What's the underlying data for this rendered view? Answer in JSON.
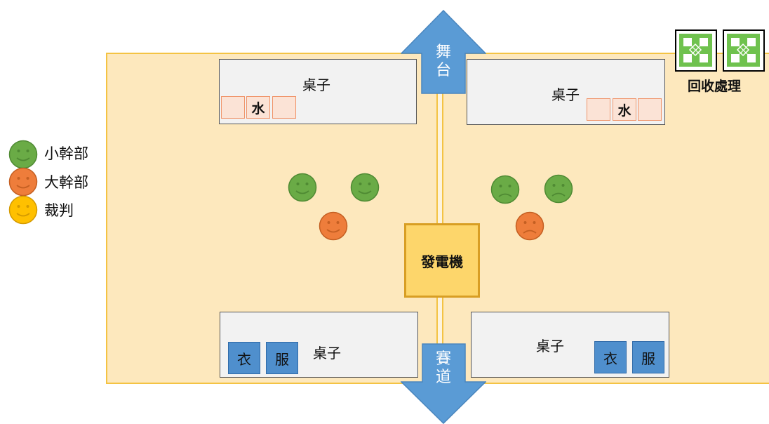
{
  "diagram": {
    "stage_label": "舞台",
    "track_label": "賽道",
    "generator_label": "發電機",
    "table_label": "桌子",
    "water_label": "水",
    "cloth_labels": [
      "衣",
      "服"
    ],
    "recycle_label": "回收處理",
    "legend": [
      {
        "label": "小幹部",
        "color": "#6aab46"
      },
      {
        "label": "大幹部",
        "color": "#ee7d3b"
      },
      {
        "label": "裁判",
        "color": "#ffc000"
      }
    ],
    "colors": {
      "area_fill": "#fde8bd",
      "area_border": "#f4c343",
      "arrow_blue": "#5a9bd5",
      "generator_fill": "#fdd66b",
      "recycle_green": "#6fc24e"
    }
  }
}
